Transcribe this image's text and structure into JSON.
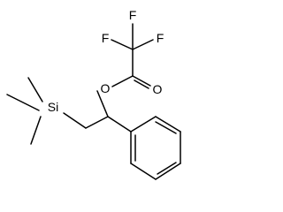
{
  "molecule": {
    "atoms": {
      "f_top": "F",
      "f_left": "F",
      "f_right": "F",
      "o_ester": "O",
      "o_carbonyl": "O",
      "si": "Si"
    }
  }
}
